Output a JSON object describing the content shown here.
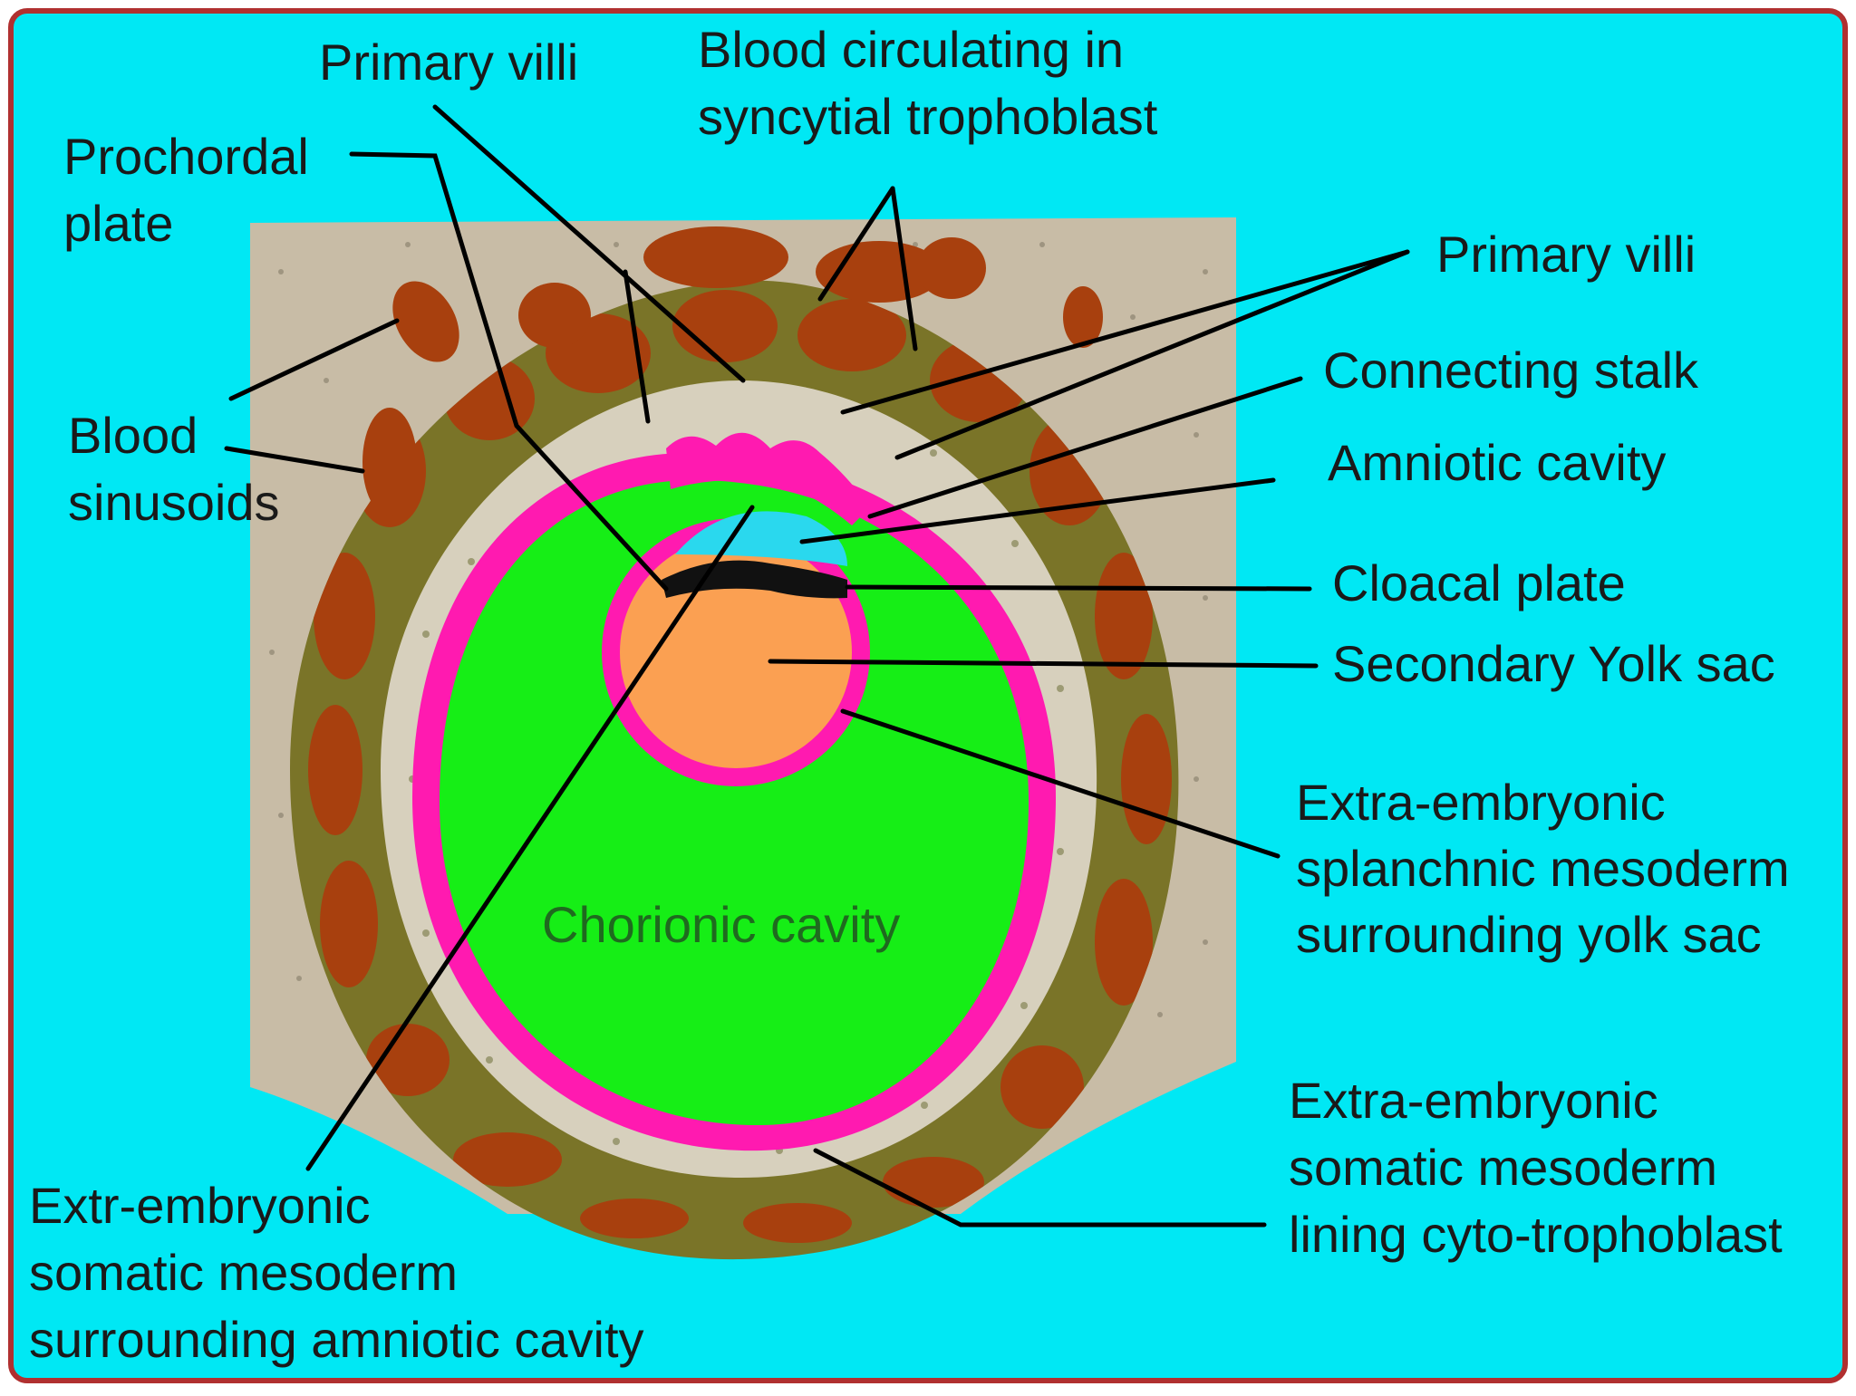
{
  "diagram": {
    "labels": {
      "primary_villi_top": "Primary villi",
      "blood_circulating_1": "Blood circulating in",
      "blood_circulating_2": "syncytial trophoblast",
      "prochordal_1": "Prochordal",
      "prochordal_2": "plate",
      "primary_villi_right": "Primary villi",
      "connecting_stalk": "Connecting stalk",
      "amniotic_cavity": "Amniotic cavity",
      "blood_sinusoids_1": "Blood",
      "blood_sinusoids_2": "sinusoids",
      "cloacal_plate": "Cloacal plate",
      "secondary_yolk_sac": "Secondary Yolk sac",
      "splanchnic_1": "Extra-embryonic",
      "splanchnic_2": "splanchnic mesoderm",
      "splanchnic_3": "surrounding yolk sac",
      "chorionic_cavity": "Chorionic cavity",
      "somatic_cyto_1": "Extra-embryonic",
      "somatic_cyto_2": "somatic mesoderm",
      "somatic_cyto_3": "lining cyto-trophoblast",
      "somatic_amnio_1": "Extr-embryonic",
      "somatic_amnio_2": "somatic mesoderm",
      "somatic_amnio_3": "surrounding amniotic cavity"
    },
    "colors": {
      "background": "#00e8f4",
      "border": "#b03030",
      "endometrium": "#c8bca6",
      "trophoblast_ring": "#7a7428",
      "blood_lacunae": "#a8400e",
      "mesoderm_layer": "#d7d0bd",
      "extraembryonic_mesoderm": "#ff1ab0",
      "chorionic_cavity": "#16ee16",
      "yolk_sac": "#fba052",
      "amniotic_cavity": "#2ad8ee",
      "embryonic_disc": "#111111"
    }
  }
}
